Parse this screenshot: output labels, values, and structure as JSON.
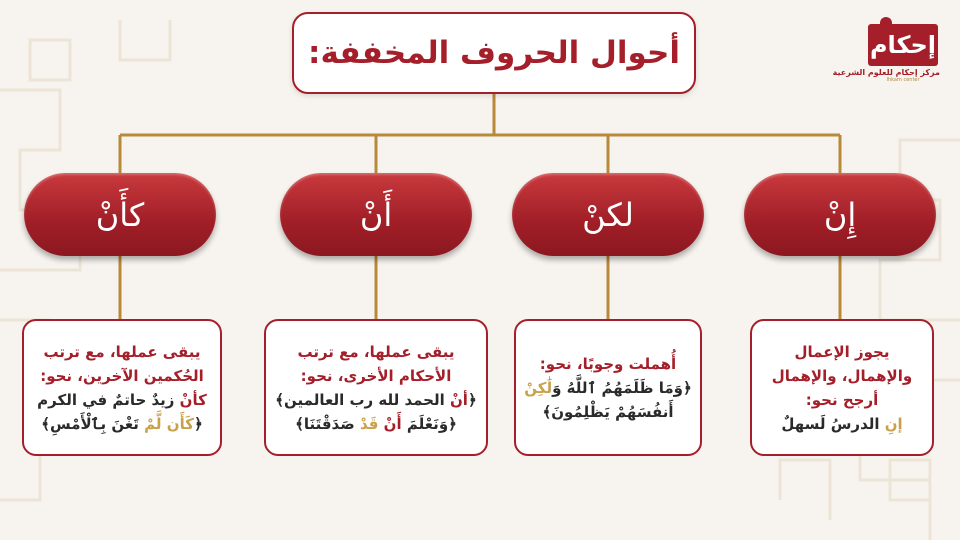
{
  "title": "أحوال الحروف المخففة:",
  "logo": {
    "name": "إحكام",
    "subtitle": "مركز إحكام للعلوم الشرعية",
    "tagline": "Ihkam center"
  },
  "columns": [
    {
      "pill": "إِنْ",
      "lines": [
        {
          "parts": [
            {
              "text": "يجوز الإعمال",
              "tone": "red"
            }
          ]
        },
        {
          "parts": [
            {
              "text": "والإهمال، والإهمال",
              "tone": "red"
            }
          ]
        },
        {
          "parts": [
            {
              "text": "أرجح نحو:",
              "tone": "red"
            }
          ]
        },
        {
          "parts": [
            {
              "text": "إنِ ",
              "tone": "gold"
            },
            {
              "text": "الدرسُ لَسهلٌ",
              "tone": "dark"
            }
          ]
        }
      ]
    },
    {
      "pill": "لكنْ",
      "lines": [
        {
          "parts": [
            {
              "text": "أُهملت وجوبًا، نحو:",
              "tone": "red"
            }
          ]
        },
        {
          "parts": [
            {
              "text": "﴿وَمَا ظَلَمَهُمُ ٱللَّهُ وَ",
              "tone": "dark"
            },
            {
              "text": "لَٰكِنْ",
              "tone": "gold"
            }
          ]
        },
        {
          "parts": [
            {
              "text": "أَنفُسَهُمْ يَظْلِمُونَ﴾",
              "tone": "dark"
            }
          ]
        }
      ]
    },
    {
      "pill": "أَنْ",
      "lines": [
        {
          "parts": [
            {
              "text": "يبقى عملها، مع ترتب",
              "tone": "red"
            }
          ]
        },
        {
          "parts": [
            {
              "text": "الأحكام الأخرى، نحو:",
              "tone": "red"
            }
          ]
        },
        {
          "parts": [
            {
              "text": "﴿",
              "tone": "dark"
            },
            {
              "text": "أنْ ",
              "tone": "red"
            },
            {
              "text": "الحمد لله رب العالمين﴾",
              "tone": "dark"
            }
          ]
        },
        {
          "parts": [
            {
              "text": "﴿وَنَعْلَمَ ",
              "tone": "dark"
            },
            {
              "text": "أَنْ ",
              "tone": "red"
            },
            {
              "text": "قَدْ ",
              "tone": "gold"
            },
            {
              "text": "صَدَقْتَنَا﴾",
              "tone": "dark"
            }
          ]
        }
      ]
    },
    {
      "pill": "كأَنْ",
      "lines": [
        {
          "parts": [
            {
              "text": "يبقى عملها، مع ترتب",
              "tone": "red"
            }
          ]
        },
        {
          "parts": [
            {
              "text": "الحُكمين الآخرين، نحو:",
              "tone": "red"
            }
          ]
        },
        {
          "parts": [
            {
              "text": "كأنْ ",
              "tone": "red"
            },
            {
              "text": "زيدٌ حاتمٌ في الكرم",
              "tone": "dark"
            }
          ]
        },
        {
          "parts": [
            {
              "text": "﴿",
              "tone": "dark"
            },
            {
              "text": "كَأَن لَّمْ",
              "tone": "gold"
            },
            {
              "text": " تَغْنَ بِٱلْأَمْسِ﴾",
              "tone": "dark"
            }
          ]
        }
      ]
    }
  ],
  "colors": {
    "accent": "#a41f2a",
    "gold": "#c8a14a",
    "dark": "#2a2a2a",
    "line": "#b8893a"
  }
}
